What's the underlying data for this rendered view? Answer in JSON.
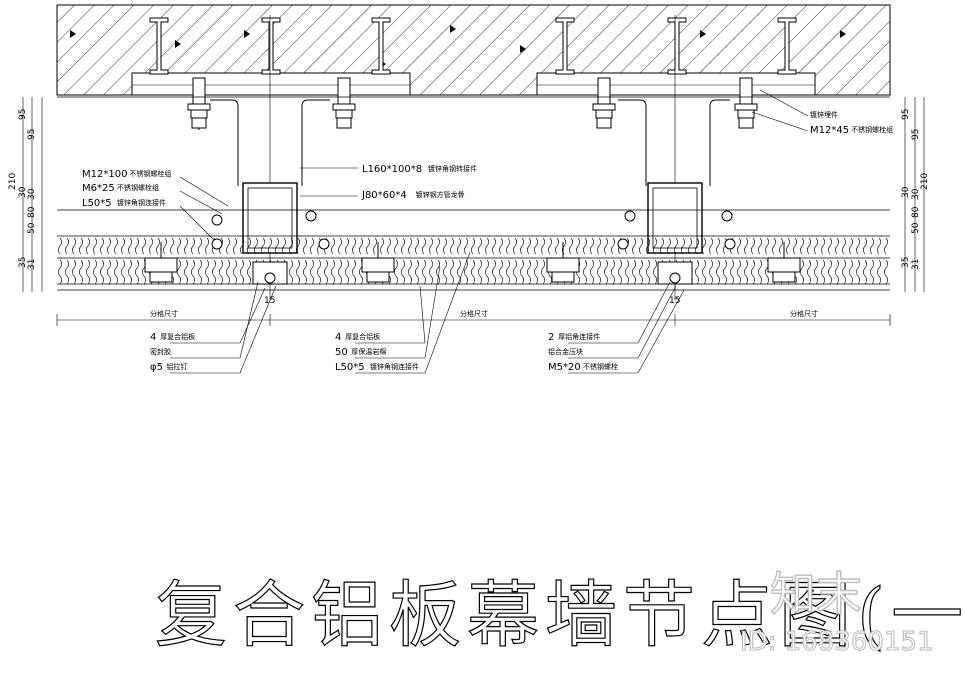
{
  "left_labels": [
    {
      "name": "m12x100",
      "code": "M12*100",
      "desc": "不锈钢螺栓组"
    },
    {
      "name": "m6x25",
      "code": "M6*25",
      "desc": "不锈钢螺栓组"
    },
    {
      "name": "l50x5-top",
      "code": "L50*5",
      "desc": "镀锌角钢连接件"
    }
  ],
  "center_labels": [
    {
      "name": "l160",
      "code": "L160*100*8",
      "desc": "镀锌角钢转接件"
    },
    {
      "name": "j80",
      "code": "J80*60*4",
      "desc": "镀锌钢方管龙骨"
    }
  ],
  "right_labels": [
    {
      "name": "embedded",
      "code": "",
      "desc": "镀锌埋件"
    },
    {
      "name": "m12x45",
      "code": "M12*45",
      "desc": "不锈钢螺栓组"
    }
  ],
  "bottom_groups": [
    [
      {
        "code": "4",
        "desc": "厚复合铝板"
      },
      {
        "code": "",
        "desc": "密封胶"
      },
      {
        "code": "φ5",
        "desc": "铝拉钉"
      }
    ],
    [
      {
        "code": "4",
        "desc": "厚复合铝板"
      },
      {
        "code": "50",
        "desc": "厚保温岩棉"
      },
      {
        "code": "L50*5",
        "desc": "镀锌角钢连接件"
      }
    ],
    [
      {
        "code": "2",
        "desc": "厚铝角连接件"
      },
      {
        "code": "",
        "desc": "铝合金压块"
      },
      {
        "code": "M5*20",
        "desc": "不锈钢螺栓"
      }
    ]
  ],
  "dims_left": [
    "95",
    "95",
    "210",
    "30",
    "30",
    "80",
    "50",
    "35",
    "31"
  ],
  "dims_right": [
    "95",
    "95",
    "210",
    "30",
    "30",
    "80",
    "50",
    "35",
    "31"
  ],
  "joint_dims": [
    "15",
    "15"
  ],
  "span_labels": [
    "分格尺寸",
    "分格尺寸",
    "分格尺寸"
  ],
  "title": "复合铝板幕墙节点图(一)",
  "watermark": {
    "logo": "知末",
    "id": "ID: 168360151"
  }
}
